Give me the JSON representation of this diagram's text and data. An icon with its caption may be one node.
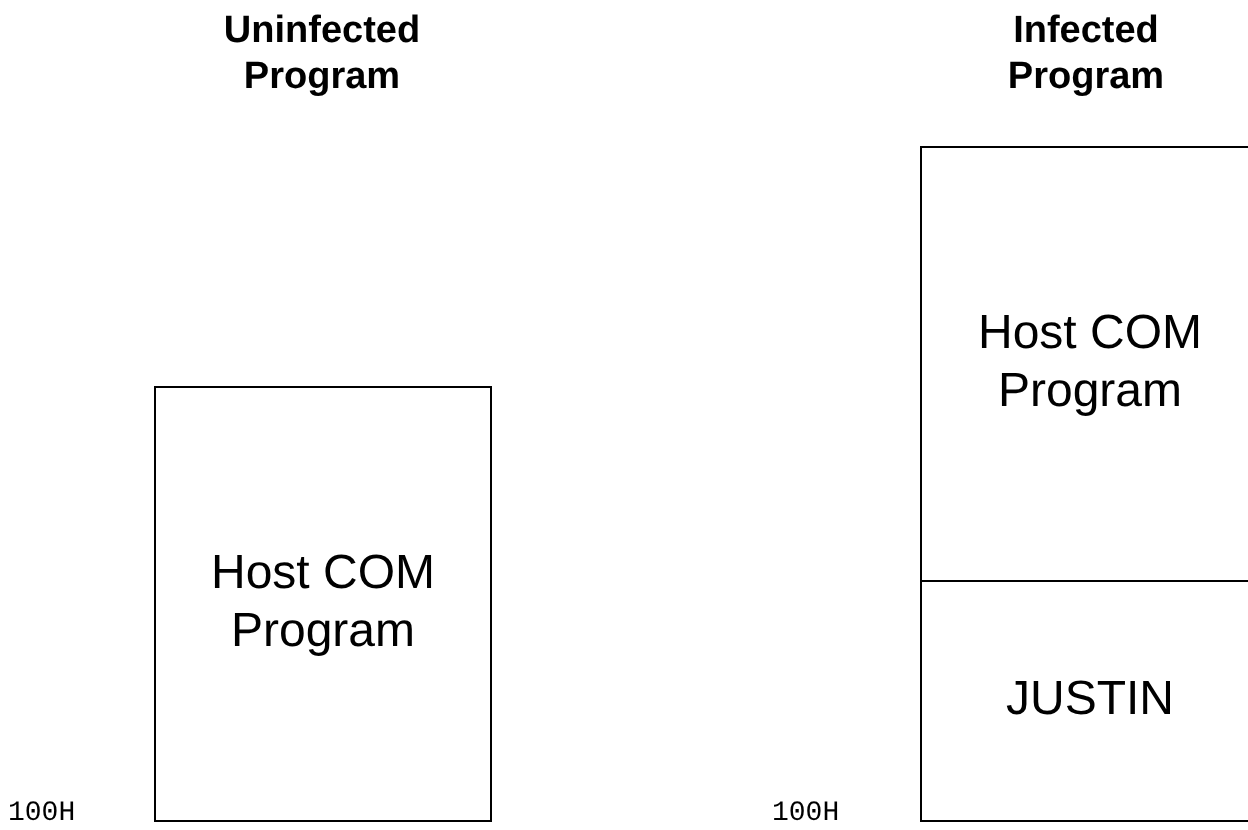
{
  "diagram": {
    "nodes": [
      {
        "text": [
          "Host COM Program"
        ]
      },
      {
        "text": [
          "Host COM Program"
        ]
      },
      {
        "text": [
          "JUSTIN"
        ]
      }
    ],
    "labels": [
      "Uninfected Program",
      "Infected Program",
      "100H",
      "100H"
    ]
  }
}
